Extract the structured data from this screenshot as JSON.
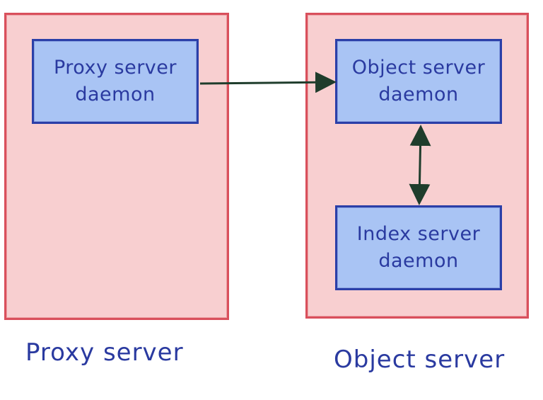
{
  "proxy_server": {
    "label": "Proxy server",
    "daemon": {
      "line1": "Proxy server",
      "line2": "daemon"
    }
  },
  "object_server": {
    "label": "Object server",
    "object_daemon": {
      "line1": "Object server",
      "line2": "daemon"
    },
    "index_daemon": {
      "line1": "Index server",
      "line2": "daemon"
    }
  },
  "colors": {
    "server_fill": "#f8cfd0",
    "server_border": "#d9505c",
    "daemon_fill": "#a9c4f4",
    "daemon_border": "#2b3fa8",
    "text": "#2a3aa0",
    "arrow": "#1f3d2c"
  }
}
